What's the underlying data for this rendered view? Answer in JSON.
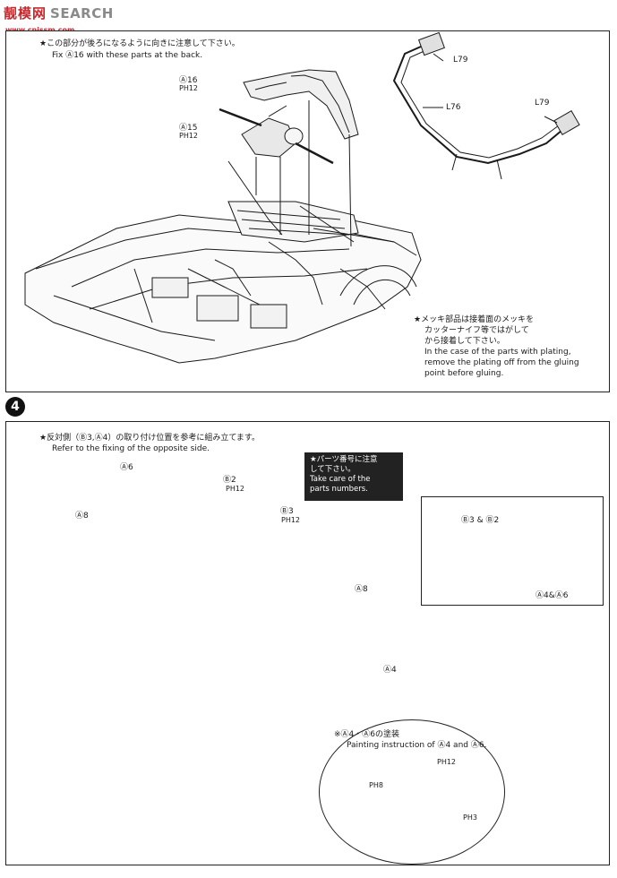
{
  "watermark": {
    "brand_cn": "靓模网",
    "brand_en": "SEARCH",
    "url": "www.cnjssm.com"
  },
  "top_panel": {
    "note_jp": "★この部分が後ろになるように向きに注意して下さい。",
    "note_en": "Fix Ⓐ16 with these parts at the back.",
    "part_a16": "Ⓐ16",
    "part_a16_color": "PH12",
    "part_a15": "Ⓐ15",
    "part_a15_color": "PH12",
    "label_l79_top": "L79",
    "label_l76": "L76",
    "label_l79_right": "L79",
    "plating_note": [
      "★メッキ部品は接着面のメッキを",
      "カッターナイフ等ではがして",
      "から接着して下さい。",
      "In the case of the parts with plating,",
      "remove the plating off from the gluing",
      "point before gluing."
    ]
  },
  "step": {
    "number": "4"
  },
  "bottom_panel": {
    "note_jp": "★反対側（Ⓑ3,Ⓐ4）の取り付け位置を参考に組み立てます。",
    "note_en": "Refer to the fixing of the opposite side.",
    "callout": [
      "★パーツ番号に注意",
      "して下さい。",
      "Take care of the",
      "parts numbers."
    ],
    "part_a6": "Ⓐ6",
    "part_a8_left": "Ⓐ8",
    "part_b2": "Ⓑ2",
    "part_b2_color": "PH12",
    "part_b3": "Ⓑ3",
    "part_b3_color": "PH12",
    "part_a8_right": "Ⓐ8",
    "part_a4": "Ⓐ4",
    "detail_top_label": "Ⓑ3 & Ⓑ2",
    "detail_bottom_label": "Ⓐ4&Ⓐ6",
    "paint_title_jp": "※Ⓐ4・Ⓐ6の塗装",
    "paint_title_en": "Painting instruction of Ⓐ4 and Ⓐ6.",
    "paint_ph12": "PH12",
    "paint_ph8": "PH8",
    "paint_ph3": "PH3"
  }
}
